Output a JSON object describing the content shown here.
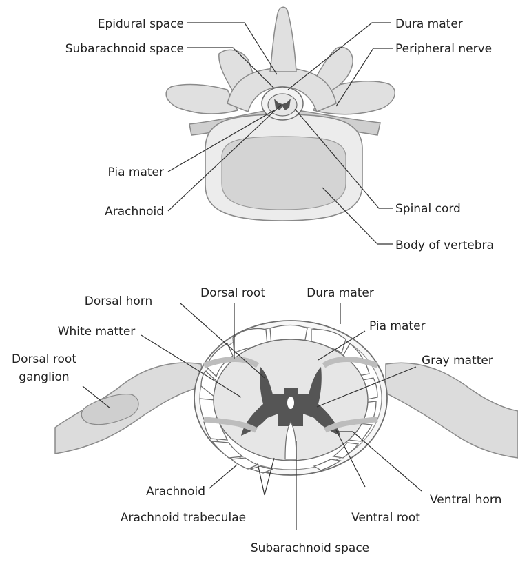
{
  "colors": {
    "background": "#ffffff",
    "bone": "#e0e0e0",
    "gray_matter": "#555555",
    "white_matter": "#e6e6e6",
    "outline": "#6f6f6f",
    "label_text": "#222222"
  },
  "top_diagram": {
    "labels": {
      "epidural_space": "Epidural space",
      "subarachnoid_space": "Subarachnoid space",
      "pia_mater": "Pia mater",
      "arachnoid": "Arachnoid",
      "dura_mater": "Dura mater",
      "peripheral_nerve": "Peripheral nerve",
      "spinal_cord": "Spinal cord",
      "body_of_vertebra": "Body of vertebra"
    }
  },
  "bottom_diagram": {
    "labels": {
      "dorsal_horn": "Dorsal horn",
      "dorsal_root": "Dorsal root",
      "dura_mater": "Dura mater",
      "white_matter": "White matter",
      "pia_mater": "Pia mater",
      "dorsal_root_ganglion_line1": "Dorsal root",
      "dorsal_root_ganglion_line2": "ganglion",
      "gray_matter": "Gray matter",
      "arachnoid": "Arachnoid",
      "arachnoid_trabeculae": "Arachnoid trabeculae",
      "ventral_root": "Ventral root",
      "ventral_horn": "Ventral horn",
      "subarachnoid_space": "Subarachnoid space"
    }
  }
}
